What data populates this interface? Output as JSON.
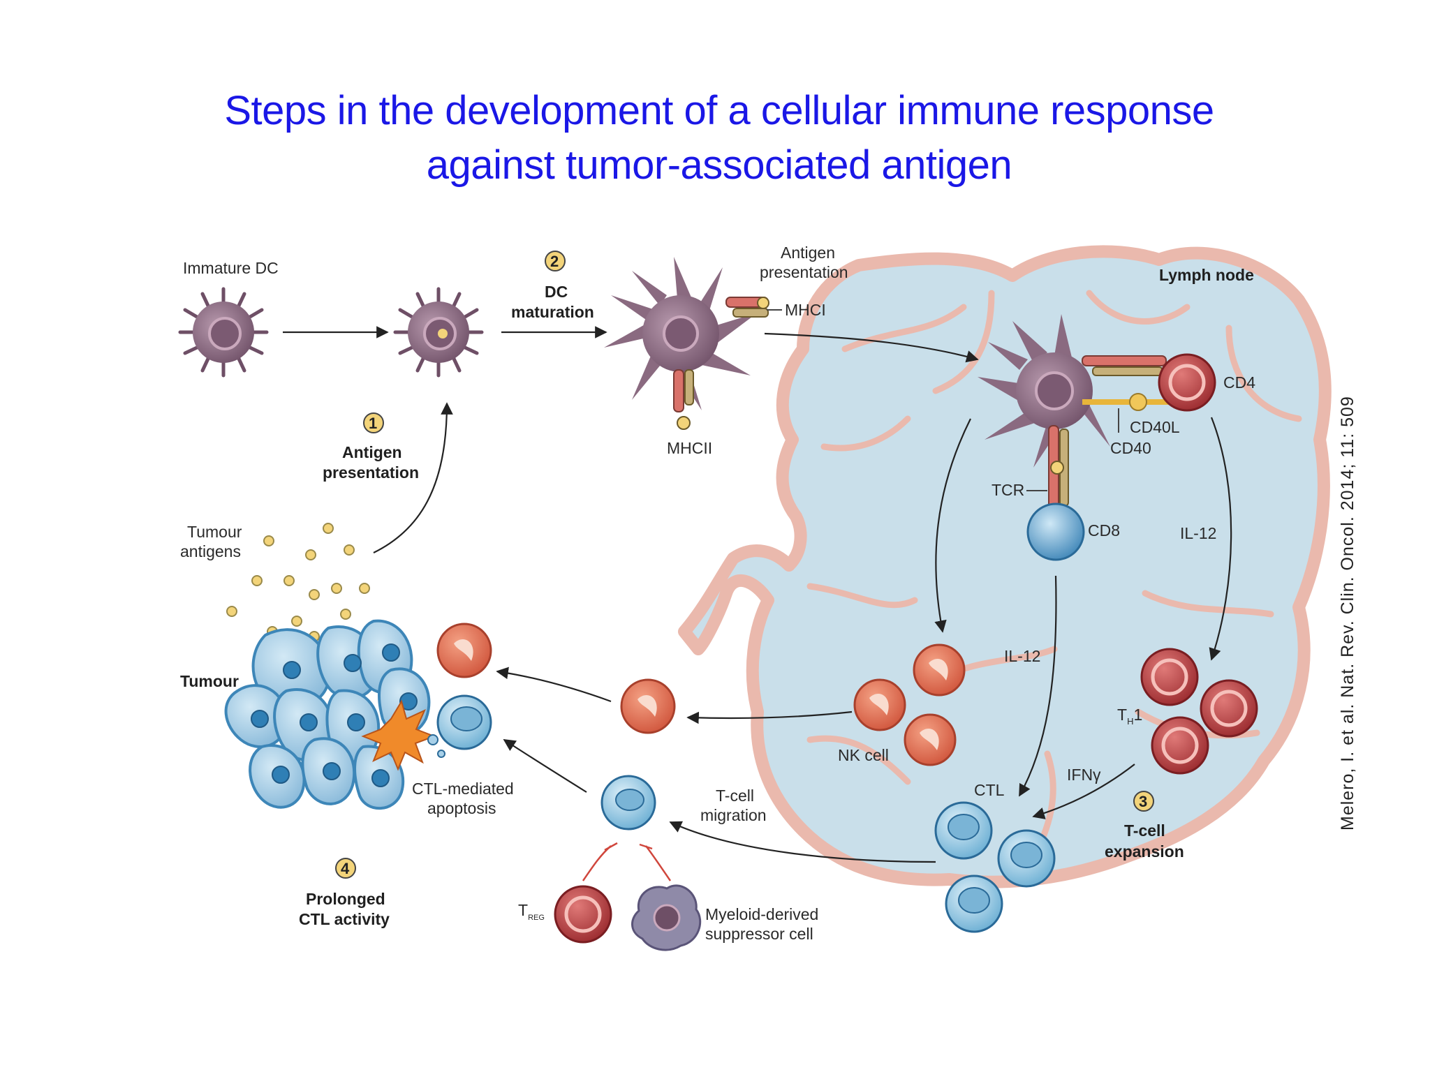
{
  "title": {
    "line1": "Steps in the development of a cellular immune response",
    "line2": "against tumor-associated antigen"
  },
  "labels": {
    "immature_dc": "Immature DC",
    "step1_num": "1",
    "step1_line1": "Antigen",
    "step1_line2": "presentation",
    "step2_num": "2",
    "step2_line1": "DC",
    "step2_line2": "maturation",
    "antigen_pres_line1": "Antigen",
    "antigen_pres_line2": "presentation",
    "mhci": "MHCI",
    "mhcii": "MHCII",
    "lymph_node": "Lymph node",
    "cd4": "CD4",
    "cd40l": "CD40L",
    "cd40": "CD40",
    "tcr": "TCR",
    "cd8": "CD8",
    "il12_right": "IL-12",
    "il12_center": "IL-12",
    "tumour_antigens_line1": "Tumour",
    "tumour_antigens_line2": "antigens",
    "tumour": "Tumour",
    "nk_cell": "NK cell",
    "th1_main": "T",
    "th1_sub": "H",
    "th1_end": "1",
    "ifng": "IFNγ",
    "ctl": "CTL",
    "step3_num": "3",
    "step3_line1": "T-cell",
    "step3_line2": "expansion",
    "ctl_apoptosis_line1": "CTL-mediated",
    "ctl_apoptosis_line2": "apoptosis",
    "tcell_migration_line1": "T-cell",
    "tcell_migration_line2": "migration",
    "step4_num": "4",
    "step4_line1": "Prolonged",
    "step4_line2": "CTL activity",
    "treg_main": "T",
    "treg_sub": "REG",
    "mdsc_line1": "Myeloid-derived",
    "mdsc_line2": "suppressor cell"
  },
  "citation": "Melero, I. et al. Nat. Rev. Clin. Oncol. 2014; 11: 509",
  "colors": {
    "title": "#1a17e6",
    "dc_body": "#8a6a80",
    "lymph_fill": "#c6dde8",
    "lymph_border": "#e8b4a8",
    "th_cell": "#b83a3c",
    "nk_cell": "#e06a4e",
    "ctl_cell": "#5aa0c8",
    "tumour_cell": "#8fbfdc",
    "antigen": "#f3d47a"
  }
}
